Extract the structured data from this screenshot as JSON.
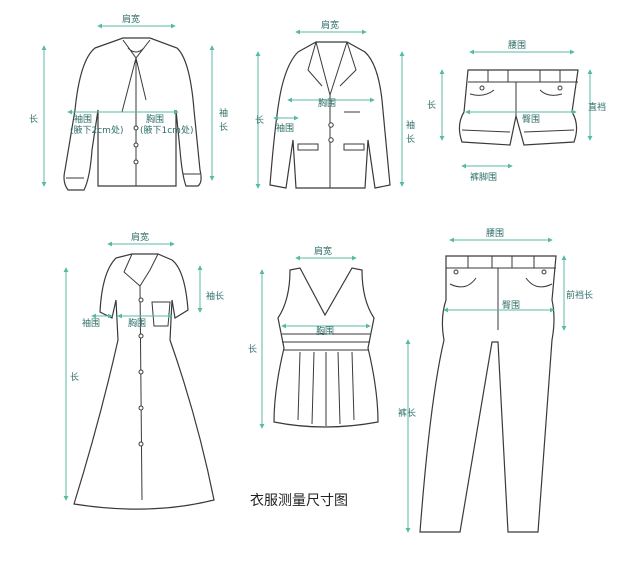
{
  "title": "衣服测量尺寸图",
  "shirt": {
    "shoulder": "肩宽",
    "length": "长",
    "sleeve_circ": "袖围",
    "sleeve_note": "(腋下2cm处)",
    "chest": "胸围",
    "chest_note": "(腋下1cm处)",
    "sleeve_len": "袖",
    "sleeve_len2": "长"
  },
  "blazer": {
    "shoulder": "肩宽",
    "chest": "胸围",
    "sleeve_circ": "袖围",
    "length": "长",
    "sleeve_len": "袖",
    "sleeve_len2": "长"
  },
  "shorts": {
    "waist": "腰围",
    "hip": "臀围",
    "length": "长",
    "rise": "直裆",
    "leg_opening": "裤脚围"
  },
  "dress": {
    "shoulder": "肩宽",
    "sleeve_len": "袖长",
    "sleeve_circ": "袖围",
    "chest": "胸围",
    "length": "长"
  },
  "tank": {
    "shoulder": "肩宽",
    "chest": "胸围",
    "length": "长"
  },
  "pants": {
    "waist": "腰围",
    "front_rise": "前裆长",
    "hip": "臀围",
    "inseam": "裤长"
  },
  "colors": {
    "measure": "#58b9a6",
    "label": "#2f6f6a",
    "outline": "#3a3a3a"
  }
}
